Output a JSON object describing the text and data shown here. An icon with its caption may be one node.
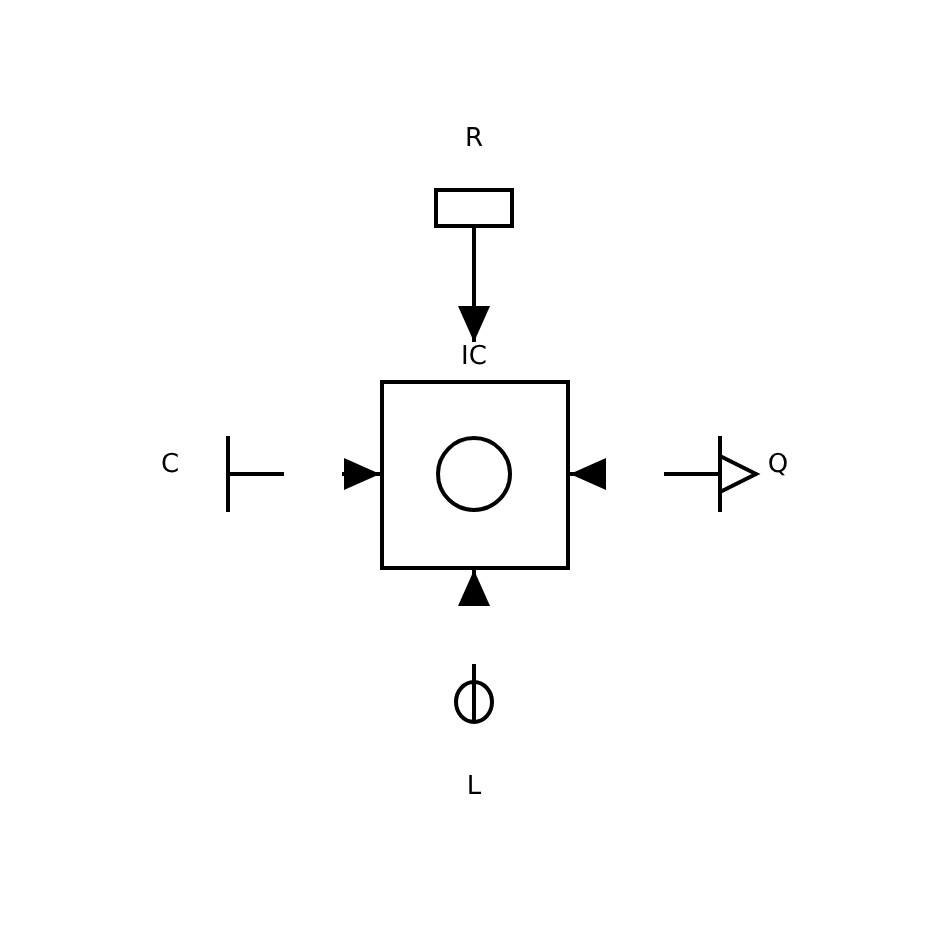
{
  "diagram": {
    "nodes": [
      {
        "text": [
          "R"
        ]
      },
      {
        "text": [
          "IC"
        ]
      },
      {
        "text": [],
        "shape": "circle",
        "in": 1
      },
      {
        "text": [
          "C"
        ]
      },
      {
        "text": [
          "Q"
        ]
      },
      {
        "text": [
          "L"
        ]
      }
    ],
    "edges": [
      {
        "from": 0,
        "to": 1,
        "arrow": "to"
      },
      {
        "from": null,
        "to": 1,
        "arrow": "to"
      },
      {
        "from": null,
        "to": 1,
        "arrow": "to"
      },
      {
        "from": null,
        "to": 1,
        "arrow": "to"
      }
    ]
  }
}
